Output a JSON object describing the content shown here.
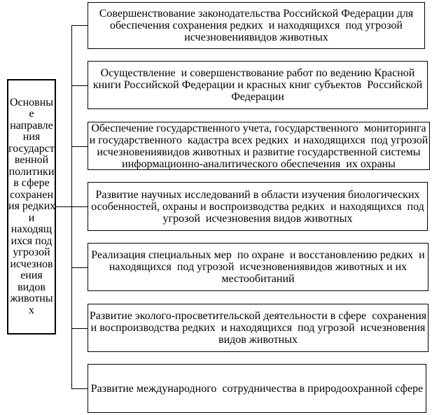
{
  "diagram": {
    "type": "flowchart",
    "background_color": "#ffffff",
    "line_color": "#000000",
    "text_color": "#000000",
    "root_box": {
      "text": "Основные направления государственной политики в сфере сохранения редких и находящихся под угрозой исчезновения видов животных",
      "lines": [
        "Основны",
        "е",
        "направле",
        "ния",
        "государст",
        "венной",
        "политики",
        "в сфере",
        "сохранен",
        "ия редких",
        "и",
        "находящ",
        "ихся под",
        "угрозой",
        "исчезнов",
        "ения",
        "видов",
        "животны",
        "х"
      ]
    },
    "branch_boxes": [
      {
        "text": "Совершенствование законодательства Российской Федерации для обеспечения сохранения редких и находящихся под угрозой исчезновениявидов животных",
        "lines": [
          "Совершенствование законодательства Российской Федерации для",
          "обеспечения сохранения редких  и находящихся  под угрозой",
          "исчезновениявидов животных"
        ]
      },
      {
        "text": "Осуществление и совершенствование работ по ведению Красной книги Российской Федерации и красных книг субъектов Российской Федерации",
        "lines": [
          "Осуществление  и совершенствование работ по ведению Красной",
          "книги Российской Федерации и красных книг субъектов  Российской",
          "Федерации"
        ]
      },
      {
        "text": "Обеспечение государственного учета, государственного мониторинга и государственного кадастра всех редких и находящихся под угрозой исчезновениявидов животных и развитие государственной системы информационно-аналитического обеспечения их охраны",
        "lines": [
          "Обеспечение государственного учета, государственного  мониторинга",
          "и государственного  кадастра всех редких  и находящихся  под угрозой",
          "исчезновениявидов животных и развитие государственной системы",
          "информационно-аналитического обеспечения  их охраны"
        ]
      },
      {
        "text": "Развитие научных исследований в области изучения биологических особенностей, охраны и воспроизводства редких и находящихся под угрозой исчезновения видов животных",
        "lines": [
          "Развитие научных исследований в области изучения биологических",
          "особенностей, охраны и воспроизводства редких  и находящихся  под",
          "угрозой  исчезновения видов животных"
        ]
      },
      {
        "text": "Реализация специальных мер по охране и восстановлению редких и находящихся под угрозой исчезновениявидов животных и их местообитаний",
        "lines": [
          "Реализация специальных мер  по охране  и восстановлению редких  и",
          "находящихся  под угрозой  исчезновениявидов животных и их",
          "местообитаний"
        ]
      },
      {
        "text": "Развитие эколого-просветительской деятельности в сфере сохранения и воспроизводства редких и находящихся под угрозой исчезновения видов животных",
        "lines": [
          "Развитие эколого-просветительской деятельности в сфере  сохранения",
          "и воспроизводства редких  и находящихся  под угрозой  исчезновения",
          "видов животных"
        ]
      },
      {
        "text": "Развитие международного сотрудничества в природоохранной сфере",
        "lines": [
          "Развитие международного  сотрудничества в природоохранной сфере"
        ]
      }
    ]
  }
}
